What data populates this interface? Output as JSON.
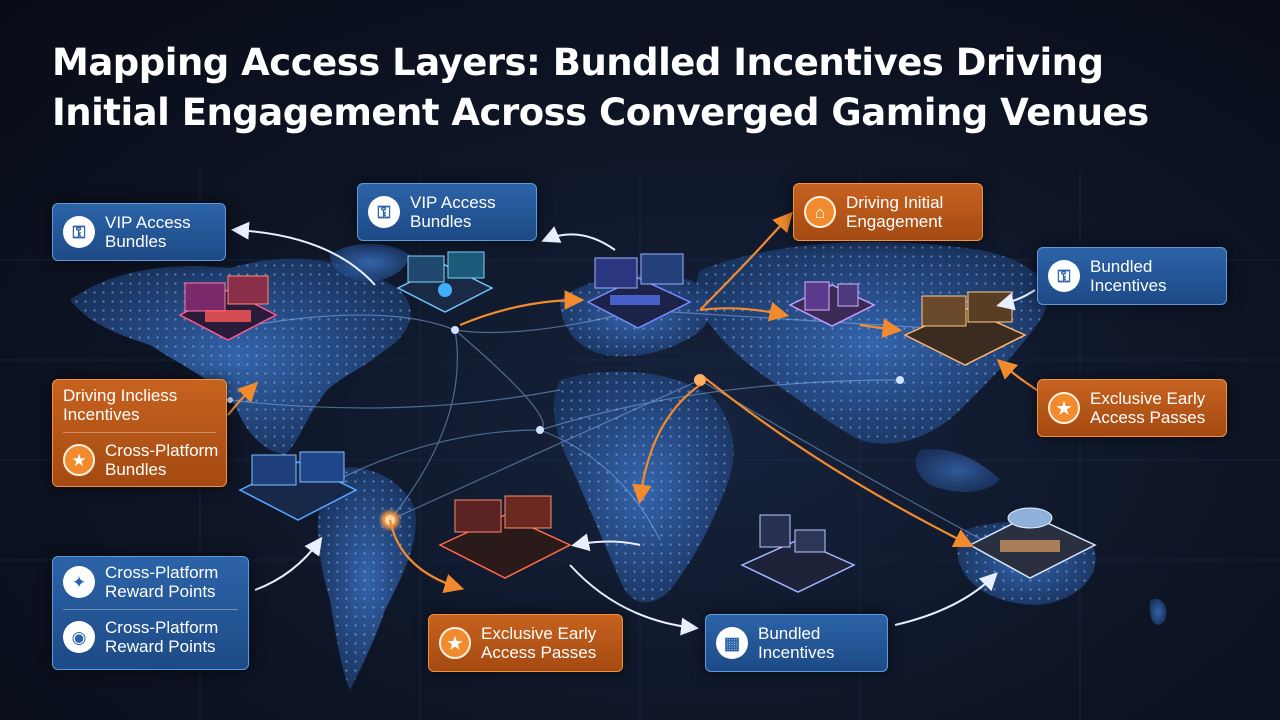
{
  "title": {
    "line1": "Mapping Access Layers: Bundled Incentives Driving",
    "line2": "Initial Engagement Across Converged Gaming Venues"
  },
  "colors": {
    "blue_card": "#2c63a8",
    "orange_card": "#c7621f",
    "blue_arrow": "#dfe9ff",
    "orange_arrow": "#f28b2e",
    "map_glow": "#3f7fd6"
  },
  "cards": {
    "vip_left": {
      "line1": "VIP Access",
      "line2": "Bundles",
      "icon": "key-icon"
    },
    "vip_top": {
      "line1": "VIP Access",
      "line2": "Bundles",
      "icon": "key-icon"
    },
    "driving_top": {
      "line1": "Driving Initial",
      "line2": "Engagement",
      "icon": "home-icon"
    },
    "bundled_right": {
      "line1": "Bundled",
      "line2": "Incentives",
      "icon": "key-icon"
    },
    "exclusive_right": {
      "line1": "Exclusive Early",
      "line2": "Access Passes",
      "icon": "star-icon"
    },
    "left_stack": {
      "top_line1": "Driving Incliess",
      "top_line2": "Incentives",
      "bottom_line1": "Cross-Platform",
      "bottom_line2": "Bundles",
      "bottom_icon": "star-icon"
    },
    "bottom_left_stack": {
      "row1_line1": "Cross-Platform",
      "row1_line2": "Reward Points",
      "row1_icon": "sparkle-icon",
      "row2_line1": "Cross-Platform",
      "row2_line2": "Reward Points",
      "row2_icon": "controller-icon"
    },
    "exclusive_bottom": {
      "line1": "Exclusive Early",
      "line2": "Access Passes",
      "icon": "star-icon"
    },
    "bundled_bottom": {
      "line1": "Bundled",
      "line2": "Incentives",
      "icon": "grid-icon"
    }
  }
}
